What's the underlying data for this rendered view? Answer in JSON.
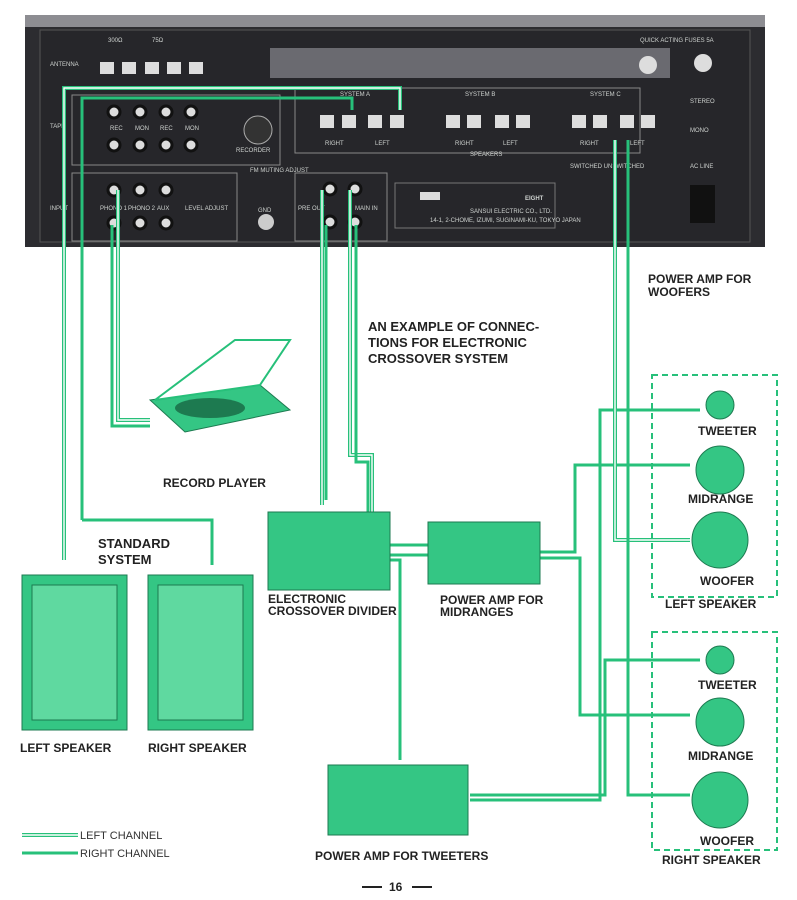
{
  "panel": {
    "antenna": "ANTENNA",
    "ohm300": "300Ω",
    "ohm75": "75Ω",
    "tape": "TAPE",
    "rec": "REC",
    "mon": "MON",
    "recorder": "RECORDER",
    "input": "INPUT",
    "phono1": "PHONO 1",
    "phono2": "PHONO 2",
    "aux": "AUX",
    "level_adjust": "LEVEL ADJUST",
    "fm_muting": "FM MUTING ADJUST",
    "gnd": "GND",
    "pre_out": "PRE OUT",
    "main_in": "MAIN IN",
    "left": "LEFT",
    "right": "RIGHT",
    "system_a": "SYSTEM A",
    "system_b": "SYSTEM B",
    "system_c": "SYSTEM C",
    "speakers": "SPEAKERS",
    "fuses": "QUICK ACTING FUSES 5A",
    "stereo": "STEREO",
    "mono": "MONO",
    "switched": "SWITCHED  UNSWITCHED",
    "ac_line": "AC LINE",
    "model": "EIGHT",
    "maker": "SANSUI ELECTRIC CO., LTD.",
    "maker_addr": "14-1, 2-CHOME, IZUMI, SUGINAMI-KU, TOKYO JAPAN"
  },
  "labels": {
    "woofer_amp": [
      "POWER AMP FOR",
      "WOOFERS"
    ],
    "title": [
      "AN EXAMPLE OF CONNEC-",
      "TIONS  FOR  ELECTRONIC",
      "CROSSOVER SYSTEM"
    ],
    "record_player": "RECORD PLAYER",
    "standard_system": [
      "STANDARD",
      "SYSTEM"
    ],
    "std_left": "LEFT SPEAKER",
    "std_right": "RIGHT SPEAKER",
    "crossover": [
      "ELECTRONIC",
      "CROSSOVER DIVIDER"
    ],
    "mid_amp": [
      "POWER AMP FOR",
      "MIDRANGES"
    ],
    "tweet_amp": "POWER AMP FOR TWEETERS",
    "tweeter": "TWEETER",
    "midrange": "MIDRANGE",
    "woofer": "WOOFER",
    "left_speaker": "LEFT SPEAKER",
    "right_speaker": "RIGHT SPEAKER"
  },
  "legend": {
    "left": "LEFT CHANNEL",
    "right": "RIGHT CHANNEL"
  },
  "page_number": "16",
  "colors": {
    "wire": "#27c07a",
    "panel": "#2b2b2e"
  }
}
